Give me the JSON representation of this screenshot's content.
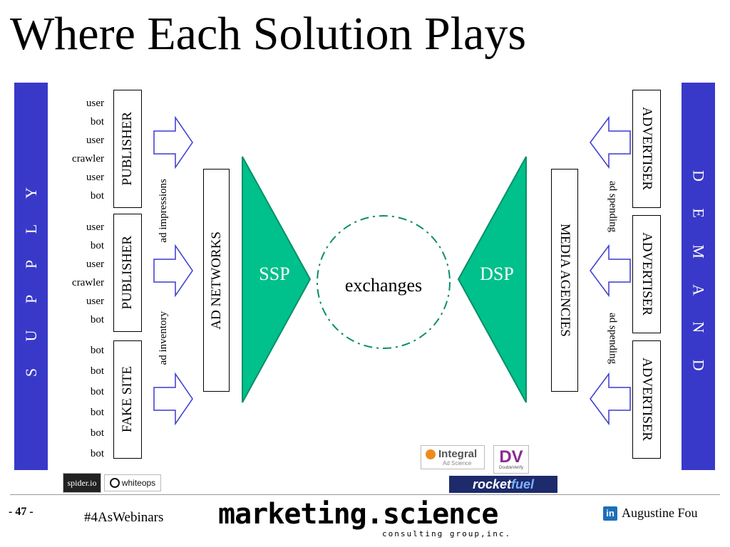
{
  "title": "Where Each Solution Plays",
  "supply_label": "S U P P L Y",
  "demand_label": "D E M A N D",
  "publisher_1": {
    "label": "PUBLISHER",
    "traffic": [
      "user",
      "bot",
      "user",
      "crawler",
      "user",
      "bot"
    ]
  },
  "publisher_2": {
    "label": "PUBLISHER",
    "traffic": [
      "user",
      "bot",
      "user",
      "crawler",
      "user",
      "bot"
    ]
  },
  "fake_site": {
    "label": "FAKE SITE",
    "traffic": [
      "bot",
      "bot",
      "bot",
      "bot",
      "bot",
      "bot"
    ]
  },
  "ad_impressions": "ad impressions",
  "ad_inventory": "ad inventory",
  "ad_networks": "AD NETWORKS",
  "ssp": "SSP",
  "exchanges": "exchanges",
  "dsp": "DSP",
  "media_agencies": "MEDIA AGENCIES",
  "ad_spending_1": "ad spending",
  "ad_spending_2": "ad spending",
  "advertisers": [
    "ADVERTISER",
    "ADVERTISER",
    "ADVERTISER"
  ],
  "logos": {
    "spider": "spider.io",
    "whiteops": "whiteops",
    "integral": "Integral",
    "integral_sub": "Ad Science",
    "dv": "DV",
    "dv_sub": "DoubleVerify",
    "rocketfuel_a": "rocket",
    "rocketfuel_b": "fuel"
  },
  "footer": {
    "page": "- 47 -",
    "hashtag": "#4AsWebinars",
    "brand": "marketing.science",
    "brand_sub": "consulting group,inc.",
    "author": "Augustine Fou",
    "linkedin": "in"
  },
  "colors": {
    "bar": "#3939c9",
    "triangle": "#00c08b",
    "triangle_border": "#0a8f66",
    "arrow": "#3a3ad0"
  }
}
